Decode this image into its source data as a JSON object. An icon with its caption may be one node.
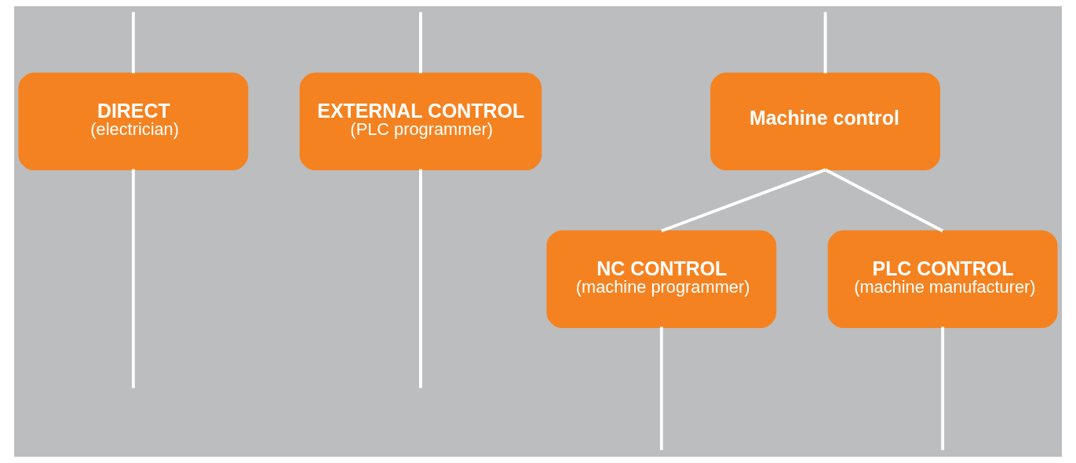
{
  "diagram": {
    "nodes": [
      {
        "text": [
          "DIRECT",
          "(electrician)"
        ]
      },
      {
        "text": [
          "EXTERNAL CONTROL",
          "(PLC programmer)"
        ]
      },
      {
        "text": [
          "Machine control"
        ]
      },
      {
        "text": [
          "NC CONTROL",
          "(machine programmer)"
        ]
      },
      {
        "text": [
          "PLC CONTROL",
          "(machine manufacturer)"
        ]
      }
    ],
    "edges": [
      {
        "from": null,
        "to": 0,
        "arrow": "none"
      },
      {
        "from": null,
        "to": 1,
        "arrow": "none"
      },
      {
        "from": null,
        "to": 2,
        "arrow": "none"
      },
      {
        "from": 2,
        "to": 3,
        "arrow": "none"
      },
      {
        "from": 2,
        "to": 4,
        "arrow": "none"
      },
      {
        "from": 0,
        "to": null,
        "arrow": "none"
      },
      {
        "from": 1,
        "to": null,
        "arrow": "none"
      },
      {
        "from": 3,
        "to": null,
        "arrow": "none"
      },
      {
        "from": 4,
        "to": null,
        "arrow": "none"
      }
    ]
  }
}
